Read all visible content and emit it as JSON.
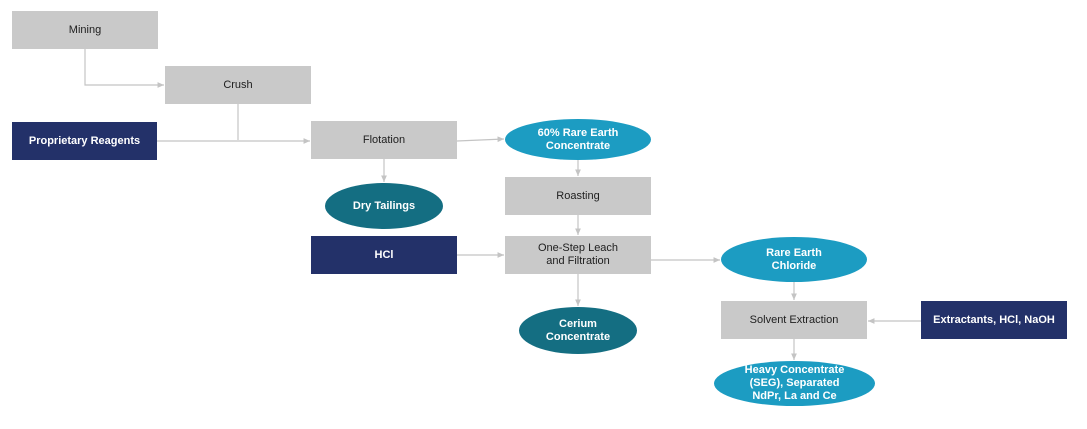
{
  "diagram": {
    "nodes": {
      "mining": "Mining",
      "crush": "Crush",
      "proprietary_reagents": "Proprietary Reagents",
      "flotation": "Flotation",
      "rare_earth_concentrate": "60% Rare Earth\nConcentrate",
      "dry_tailings": "Dry Tailings",
      "roasting": "Roasting",
      "hcl": "HCl",
      "leach_filtration": "One-Step Leach\nand Filtration",
      "rare_earth_chloride": "Rare Earth\nChloride",
      "cerium_concentrate": "Cerium\nConcentrate",
      "solvent_extraction": "Solvent Extraction",
      "extractants": "Extractants, HCl, NaOH",
      "heavy_concentrate": "Heavy  Concentrate\n(SEG), Separated\nNdPr, La and Ce"
    },
    "colors": {
      "process_box": "#c9c9c9",
      "input_box": "#233169",
      "product_ellipse": "#1c9cc2",
      "waste_ellipse": "#146e82",
      "connector": "#c4c4c4"
    },
    "edges": [
      {
        "from": "mining",
        "to": "crush"
      },
      {
        "from": "crush",
        "to": "flotation"
      },
      {
        "from": "proprietary_reagents",
        "to": "flotation"
      },
      {
        "from": "flotation",
        "to": "rare_earth_concentrate"
      },
      {
        "from": "flotation",
        "to": "dry_tailings"
      },
      {
        "from": "rare_earth_concentrate",
        "to": "roasting"
      },
      {
        "from": "roasting",
        "to": "leach_filtration"
      },
      {
        "from": "hcl",
        "to": "leach_filtration"
      },
      {
        "from": "leach_filtration",
        "to": "rare_earth_chloride"
      },
      {
        "from": "leach_filtration",
        "to": "cerium_concentrate"
      },
      {
        "from": "rare_earth_chloride",
        "to": "solvent_extraction"
      },
      {
        "from": "extractants",
        "to": "solvent_extraction"
      },
      {
        "from": "solvent_extraction",
        "to": "heavy_concentrate"
      }
    ]
  }
}
